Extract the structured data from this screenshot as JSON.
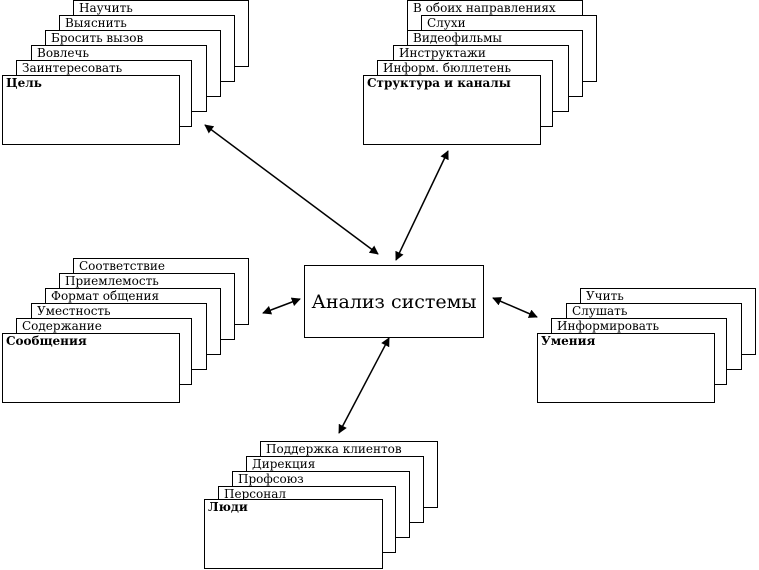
{
  "diagram": {
    "center": "Анализ системы",
    "groups": [
      {
        "id": "goal",
        "title": "Цель",
        "cards": [
          "Заинтересовать",
          "Вовлечь",
          "Бросить вызов",
          "Выяснить",
          "Научить"
        ]
      },
      {
        "id": "structure",
        "title": "Структура и каналы",
        "cards": [
          "Информ. бюллетень",
          "Инструктажи",
          "Видеофильмы",
          "Слухи",
          "В обоих направлениях"
        ]
      },
      {
        "id": "messages",
        "title": "Сообщения",
        "cards": [
          "Содержание",
          "Уместность",
          "Формат общения",
          "Приемлемость",
          "Соответствие"
        ]
      },
      {
        "id": "skills",
        "title": "Умения",
        "cards": [
          "Информировать",
          "Слушать",
          "Учить"
        ]
      },
      {
        "id": "people",
        "title": "Люди",
        "cards": [
          "Персонал",
          "Профсоюз",
          "Дирекция",
          "Поддержка клиентов"
        ]
      }
    ],
    "colors": {
      "line": "#000000",
      "background": "#ffffff"
    }
  }
}
